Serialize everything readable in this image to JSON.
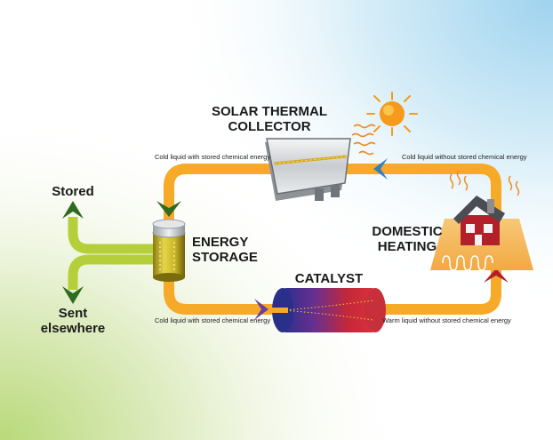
{
  "labels": {
    "collector_line1": "SOLAR THERMAL",
    "collector_line2": "COLLECTOR",
    "storage_line1": "ENERGY",
    "storage_line2": "STORAGE",
    "catalyst": "CATALYST",
    "heating_line1": "DOMESTIC",
    "heating_line2": "HEATING",
    "stored": "Stored",
    "sent_line1": "Sent",
    "sent_line2": "elsewhere"
  },
  "flow_labels": {
    "left_top": "Cold liquid with stored chemical energy",
    "top_right": "Cold liquid without stored chemical energy",
    "left_bottom": "Cold liquid with stored chemical energy",
    "bottom_right": "Warm liquid without stored chemical energy"
  },
  "colors": {
    "loop_pipe": "#f7a928",
    "branch_pipe": "#b5cf3a",
    "arrow_green": "#2e6b1f",
    "arrow_blue": "#2f7fc4",
    "arrow_purple": "#6a3fa0",
    "arrow_red": "#b3202a",
    "sun": "#f59a1c",
    "heat_waves": "#f08a1e"
  }
}
